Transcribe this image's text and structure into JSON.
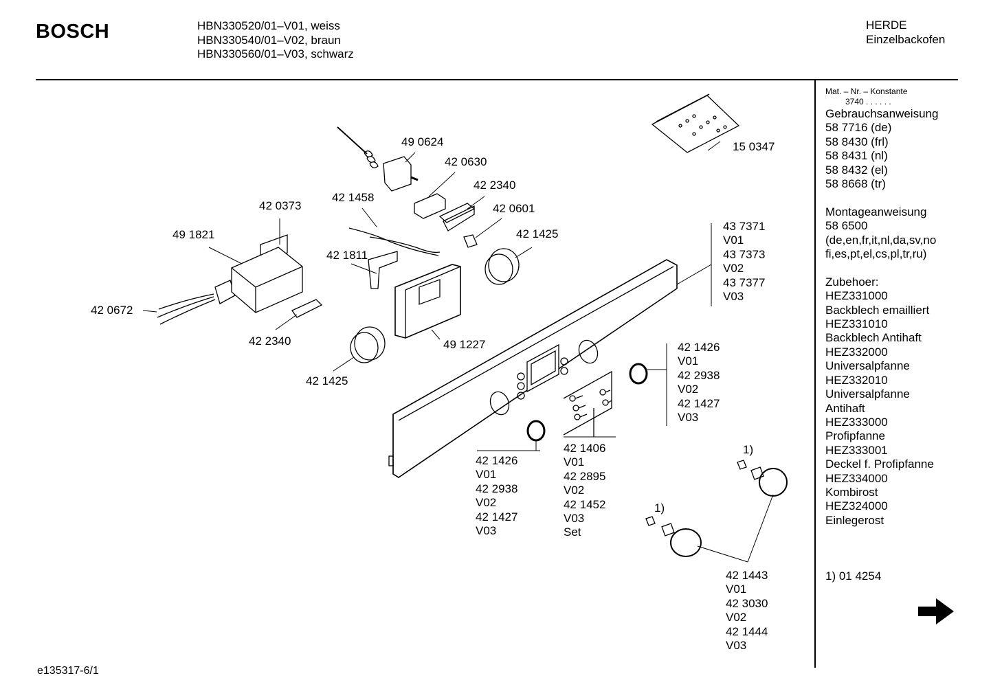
{
  "header": {
    "brand": "BOSCH",
    "models": [
      "HBN330520/01–V01, weiss",
      "HBN330540/01–V02, braun",
      "HBN330560/01–V03, schwarz"
    ],
    "category": [
      "HERDE",
      "Einzelbackofen"
    ]
  },
  "sidebar": {
    "mat_title": "Mat. – Nr. – Konstante",
    "mat_value": "3740  .  .  .  .  .  .",
    "lines_a": [
      "Gebrauchsanweisung",
      "58 7716 (de)",
      "58 8430 (frl)",
      "58 8431 (nl)",
      "58 8432 (el)",
      "58 8668 (tr)"
    ],
    "lines_b": [
      "Montageanweisung",
      "58 6500",
      "(de,en,fr,it,nl,da,sv,no",
      "fi,es,pt,el,cs,pl,tr,ru)"
    ],
    "lines_c": [
      "Zubehoer:",
      "HEZ331000",
      "Backblech emailliert",
      "HEZ331010",
      "Backblech Antihaft",
      "HEZ332000",
      "Universalpfanne",
      "HEZ332010",
      "Universalpfanne",
      "Antihaft",
      "HEZ333000",
      "Profipfanne",
      "HEZ333001",
      "Deckel f. Profipfanne",
      "HEZ334000",
      "Kombirost",
      "HEZ324000",
      "Einlegerost"
    ],
    "footnote": "1) 01 4254"
  },
  "parts": {
    "p150347": "15 0347",
    "p490624": "49 0624",
    "p420630": "42 0630",
    "p422340a": "42 2340",
    "p420601": "42 0601",
    "p421458": "42 1458",
    "p420373": "42 0373",
    "p491821": "49 1821",
    "p421425a": "42 1425",
    "p421811": "42 1811",
    "p420672": "42 0672",
    "p422340b": "42 2340",
    "p491227": "49 1227",
    "p421425b": "42 1425",
    "group_panel": [
      "43 7371",
      "V01",
      "43 7373",
      "V02",
      "43 7377",
      "V03"
    ],
    "group_ring_right": [
      "42 1426",
      "V01",
      "42 2938",
      "V02",
      "42 1427",
      "V03"
    ],
    "group_ring_left": [
      "42 1426",
      "V01",
      "42 2938",
      "V02",
      "42 1427",
      "V03"
    ],
    "group_screws": [
      "42 1406",
      "V01",
      "42 2895",
      "V02",
      "42 1452",
      "V03",
      "Set"
    ],
    "group_knobs": [
      "42 1443",
      "V01",
      "42 3030",
      "V02",
      "42 1444",
      "V03"
    ],
    "note_a": "1)",
    "note_b": "1)"
  },
  "footer": {
    "code": "e135317-6/1"
  },
  "icons": {
    "next": "right-arrow-icon"
  }
}
